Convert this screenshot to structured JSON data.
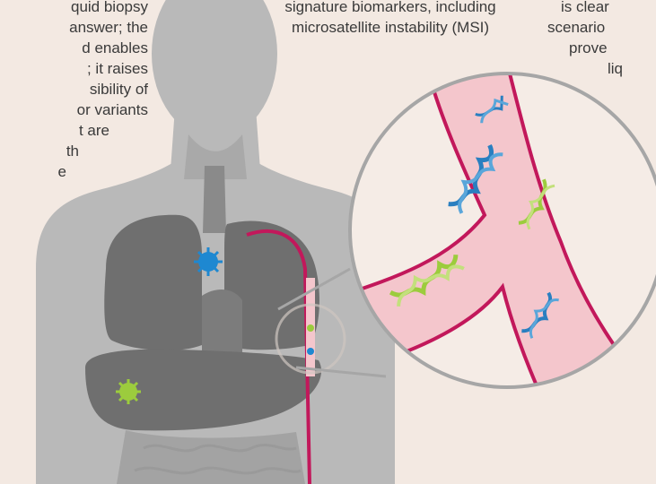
{
  "left_text": [
    "quid biopsy",
    "answer; the",
    "d enables",
    "; it raises",
    "sibility of",
    "or variants",
    "t are",
    "th",
    "e"
  ],
  "center_text": [
    "signature biomarkers, including",
    "microsatellite instability (MSI)"
  ],
  "right_text": [
    "is clear",
    "scenario",
    "prove",
    "liq"
  ],
  "colors": {
    "background": "#f3e9e2",
    "body": "#b9b9b9",
    "organs": "#6f6f6f",
    "vessel": "#f4c6cc",
    "vessel_wall": "#c2185b",
    "tumor_blue": "#1e88d1",
    "tumor_green": "#9ccc3d",
    "dna_blue": "#2a7fc0",
    "dna_green": "#9ccc3d",
    "magnifier": "#a6a6a6"
  },
  "icons": [
    "human-body-silhouette",
    "lung-tumor-icon",
    "liver-tumor-icon",
    "magnifier-lens",
    "dna-helix-icon"
  ]
}
